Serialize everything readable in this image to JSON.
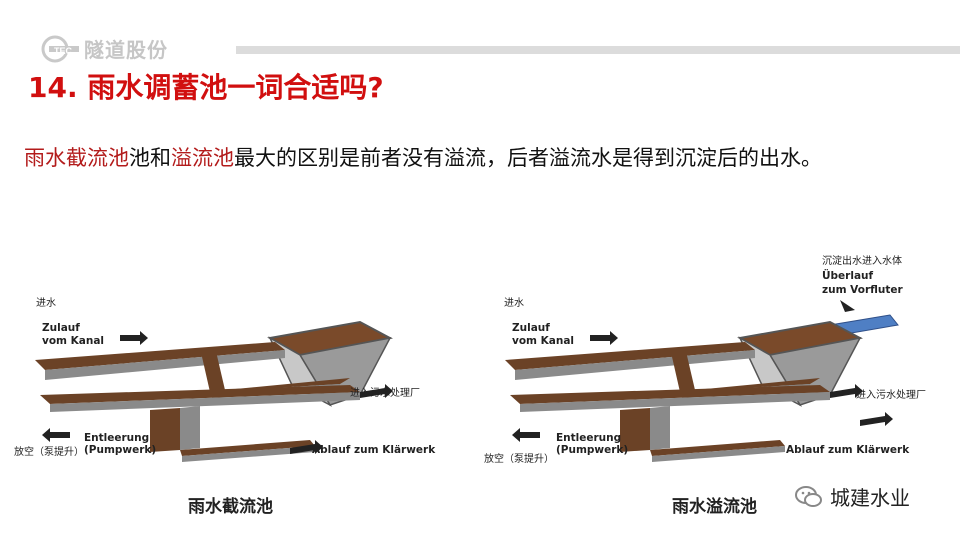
{
  "header": {
    "logo_text": "隧道股份",
    "title": "14. 雨水调蓄池一词合适吗?"
  },
  "body": {
    "seg1": "雨水截流池",
    "seg2": "池和",
    "seg3": "溢流池",
    "seg4": "最大的区别是前者没有溢流，后者溢流水是得到沉淀后的出水。"
  },
  "left_diagram": {
    "caption": "雨水截流池",
    "inflow_cn": "进水",
    "inflow_de1": "Zulauf",
    "inflow_de2": "vom Kanal",
    "to_plant_cn": "进入污水处理厂",
    "drain_de1": "Entleerung",
    "drain_de2": "(Pumpwerk)",
    "drain_cn": "放空（泵提升）",
    "outflow_de": "Ablauf zum Klärwerk"
  },
  "right_diagram": {
    "caption": "雨水溢流池",
    "inflow_cn": "进水",
    "inflow_de1": "Zulauf",
    "inflow_de2": "vom Kanal",
    "overflow_cn": "沉淀出水进入水体",
    "overflow_de1": "Überlauf",
    "overflow_de2": "zum Vorfluter",
    "to_plant_cn": "进入污水处理厂",
    "drain_de1": "Entleerung",
    "drain_de2": "(Pumpwerk)",
    "drain_cn": "放空（泵提升）",
    "outflow_de": "Ablauf zum Klärwerk"
  },
  "watermark": {
    "text": "城建水业"
  },
  "colors": {
    "title_red": "#d10f0f",
    "highlight_red": "#b31b1b",
    "channel_brown": "#6b4226",
    "wall_gray": "#8a8a8a",
    "overflow_blue": "#4f7fc4"
  }
}
